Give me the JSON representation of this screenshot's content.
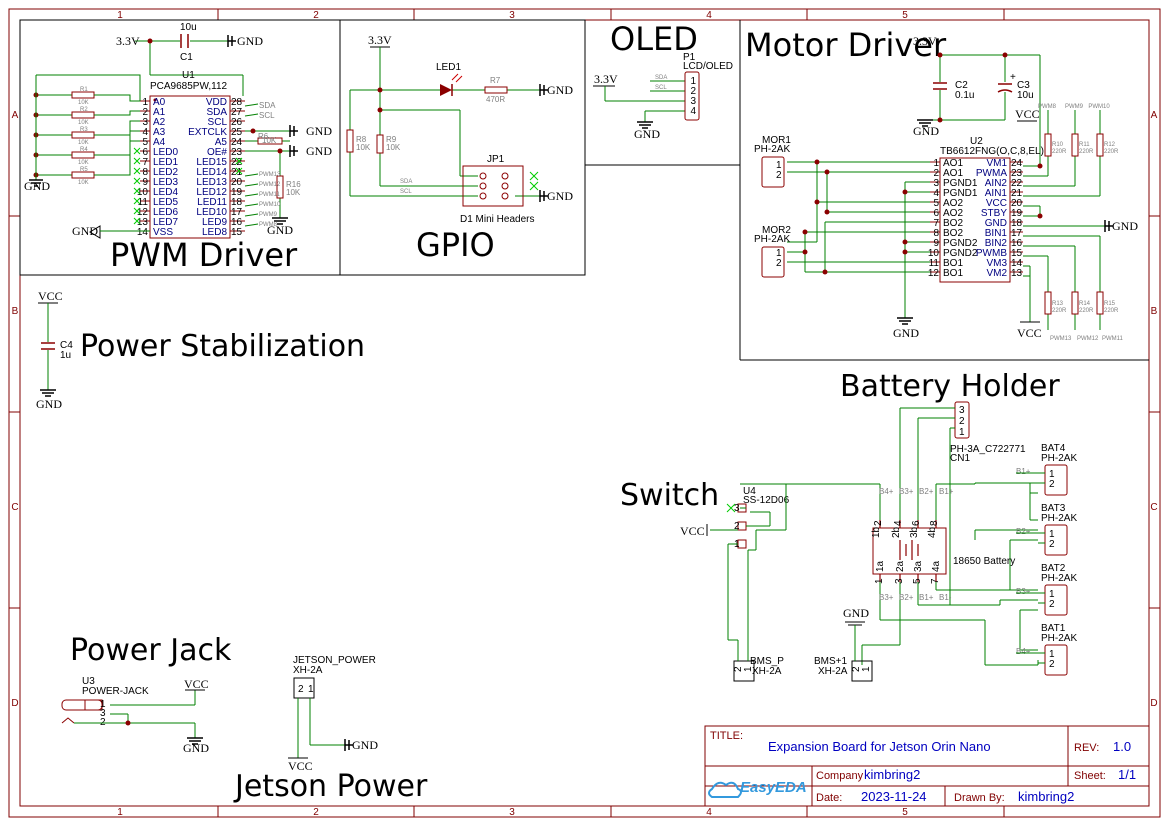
{
  "sections": {
    "pwm_driver": "PWM Driver",
    "gpio": "GPIO",
    "oled": "OLED",
    "motor_driver": "Motor Driver",
    "power_stabilization": "Power Stabilization",
    "battery_holder": "Battery Holder",
    "switch": "Switch",
    "power_jack": "Power Jack",
    "jetson_power": "Jetson Power"
  },
  "border": {
    "cols": [
      "1",
      "2",
      "3",
      "4",
      "5"
    ],
    "rows": [
      "A",
      "B",
      "C",
      "D"
    ]
  },
  "nets": {
    "v33": "3.3V",
    "gnd": "GND",
    "vcc": "VCC",
    "sda": "SDA",
    "scl": "SCL"
  },
  "pwm": {
    "ref": "U1",
    "part": "PCA9685PW,112",
    "cap_ref": "C1",
    "cap_val": "10u",
    "left_pins": [
      {
        "num": "1",
        "name": "A0"
      },
      {
        "num": "2",
        "name": "A1"
      },
      {
        "num": "3",
        "name": "A2"
      },
      {
        "num": "4",
        "name": "A3"
      },
      {
        "num": "5",
        "name": "A4"
      },
      {
        "num": "6",
        "name": "LED0"
      },
      {
        "num": "7",
        "name": "LED1"
      },
      {
        "num": "8",
        "name": "LED2"
      },
      {
        "num": "9",
        "name": "LED3"
      },
      {
        "num": "10",
        "name": "LED4"
      },
      {
        "num": "11",
        "name": "LED5"
      },
      {
        "num": "12",
        "name": "LED6"
      },
      {
        "num": "13",
        "name": "LED7"
      },
      {
        "num": "14",
        "name": "VSS"
      }
    ],
    "right_pins": [
      {
        "num": "28",
        "name": "VDD"
      },
      {
        "num": "27",
        "name": "SDA"
      },
      {
        "num": "26",
        "name": "SCL"
      },
      {
        "num": "25",
        "name": "EXTCLK"
      },
      {
        "num": "24",
        "name": "A5"
      },
      {
        "num": "23",
        "name": "OE#"
      },
      {
        "num": "22",
        "name": "LED15"
      },
      {
        "num": "21",
        "name": "LED14"
      },
      {
        "num": "20",
        "name": "LED13"
      },
      {
        "num": "19",
        "name": "LED12"
      },
      {
        "num": "18",
        "name": "LED11"
      },
      {
        "num": "17",
        "name": "LED10"
      },
      {
        "num": "16",
        "name": "LED9"
      },
      {
        "num": "15",
        "name": "LED8"
      }
    ],
    "resistors": [
      "R1",
      "R2",
      "R3",
      "R4",
      "R5"
    ],
    "res_val": "10K",
    "r6": "R6",
    "r6_val": "10K",
    "r16": "R16",
    "r16_val": "10K",
    "net_labels": [
      "SDA",
      "SCL",
      "PWM13",
      "PWM12",
      "PWM11",
      "PWM10",
      "PWM9",
      "PWM8"
    ]
  },
  "gpio": {
    "led_ref": "LED1",
    "r7": "R7",
    "r7_val": "470R",
    "r8": "R8",
    "r8_val": "10K",
    "r9": "R9",
    "r9_val": "10K",
    "header_ref": "JP1",
    "header_desc": "D1 Mini Headers",
    "sda": "SDA",
    "scl": "SCL"
  },
  "oled": {
    "ref": "P1",
    "part": "LCD/OLED",
    "pins": [
      "1",
      "2",
      "3",
      "4"
    ],
    "sda": "SDA",
    "scl": "SCL"
  },
  "motor": {
    "ref": "U2",
    "part": "TB6612FNG(O,C,8,EL)",
    "c2_ref": "C2",
    "c2_val": "0.1u",
    "c3_ref": "C3",
    "c3_val": "10u",
    "mor1_ref": "MOR1",
    "mor1_part": "PH-2AK",
    "mor2_ref": "MOR2",
    "mor2_part": "PH-2AK",
    "left_pins": [
      {
        "num": "1",
        "name": "AO1"
      },
      {
        "num": "2",
        "name": "AO1"
      },
      {
        "num": "3",
        "name": "PGND1"
      },
      {
        "num": "4",
        "name": "PGND1"
      },
      {
        "num": "5",
        "name": "AO2"
      },
      {
        "num": "6",
        "name": "AO2"
      },
      {
        "num": "7",
        "name": "BO2"
      },
      {
        "num": "8",
        "name": "BO2"
      },
      {
        "num": "9",
        "name": "PGND2"
      },
      {
        "num": "10",
        "name": "PGND2"
      },
      {
        "num": "11",
        "name": "BO1"
      },
      {
        "num": "12",
        "name": "BO1"
      }
    ],
    "right_pins": [
      {
        "num": "24",
        "name": "VM1"
      },
      {
        "num": "23",
        "name": "PWMA"
      },
      {
        "num": "22",
        "name": "AIN2"
      },
      {
        "num": "21",
        "name": "AIN1"
      },
      {
        "num": "20",
        "name": "VCC"
      },
      {
        "num": "19",
        "name": "STBY"
      },
      {
        "num": "18",
        "name": "GND"
      },
      {
        "num": "17",
        "name": "BIN1"
      },
      {
        "num": "16",
        "name": "BIN2"
      },
      {
        "num": "15",
        "name": "PWMB"
      },
      {
        "num": "14",
        "name": "VM3"
      },
      {
        "num": "13",
        "name": "VM2"
      }
    ],
    "res_top": [
      {
        "ref": "R10",
        "val": "220R"
      },
      {
        "ref": "R11",
        "val": "220R"
      },
      {
        "ref": "R12",
        "val": "220R"
      }
    ],
    "res_bot": [
      {
        "ref": "R13",
        "val": "220R"
      },
      {
        "ref": "R14",
        "val": "220R"
      },
      {
        "ref": "R15",
        "val": "220R"
      }
    ],
    "pwm_top": [
      "PWM8",
      "PWM9",
      "PWM10"
    ],
    "pwm_bot": [
      "PWM13",
      "PWM12",
      "PWM11"
    ]
  },
  "stab": {
    "ref": "C4",
    "val": "1u"
  },
  "battery": {
    "cn_ref": "CN1",
    "cn_part": "PH-3A_C722771",
    "cn_pins": [
      "3",
      "2",
      "1"
    ],
    "holder": "18650 Battery",
    "top_labels": [
      "B4+",
      "B3+",
      "B2+",
      "B1+"
    ],
    "bot_labels": [
      "B3+",
      "B2+",
      "B1+",
      "B1-"
    ],
    "top_pins": [
      "1b",
      "2b",
      "3b",
      "4b"
    ],
    "top_nums": [
      "2",
      "4",
      "6",
      "8"
    ],
    "bot_pins": [
      "1a",
      "2a",
      "3a",
      "4a"
    ],
    "bot_nums": [
      "1",
      "3",
      "5",
      "7"
    ],
    "bats": [
      {
        "ref": "BAT4",
        "part": "PH-2AK",
        "net": "B1+"
      },
      {
        "ref": "BAT3",
        "part": "PH-2AK",
        "net": "B2+"
      },
      {
        "ref": "BAT2",
        "part": "PH-2AK",
        "net": "B3+"
      },
      {
        "ref": "BAT1",
        "part": "PH-2AK",
        "net": "B4+"
      }
    ],
    "bms_p": "BMS_P",
    "bms_p_part": "XH-2A",
    "bms_1": "BMS+1",
    "bms_1_part": "XH-2A"
  },
  "switch": {
    "ref": "U4",
    "part": "SS-12D06",
    "pins": [
      "3",
      "2",
      "1"
    ]
  },
  "jack": {
    "ref": "U3",
    "part": "POWER-JACK",
    "pins": [
      "1",
      "3",
      "2"
    ]
  },
  "jetson": {
    "ref": "JETSON_POWER",
    "part": "XH-2A"
  },
  "title_block": {
    "title_label": "TITLE:",
    "title": "Expansion Board for Jetson Orin Nano",
    "rev_label": "REV:",
    "rev": "1.0",
    "company_label": "Company",
    "company": "kimbring2",
    "sheet_label": "Sheet:",
    "sheet": "1/1",
    "date_label": "Date:",
    "date": "2023-11-24",
    "drawn_label": "Drawn By:",
    "drawn": "kimbring2",
    "logo": "EasyEDA"
  },
  "colors": {
    "wire": "#008000",
    "part": "#8b0000",
    "pin_text": "#000080",
    "junction": "#8b0000"
  }
}
